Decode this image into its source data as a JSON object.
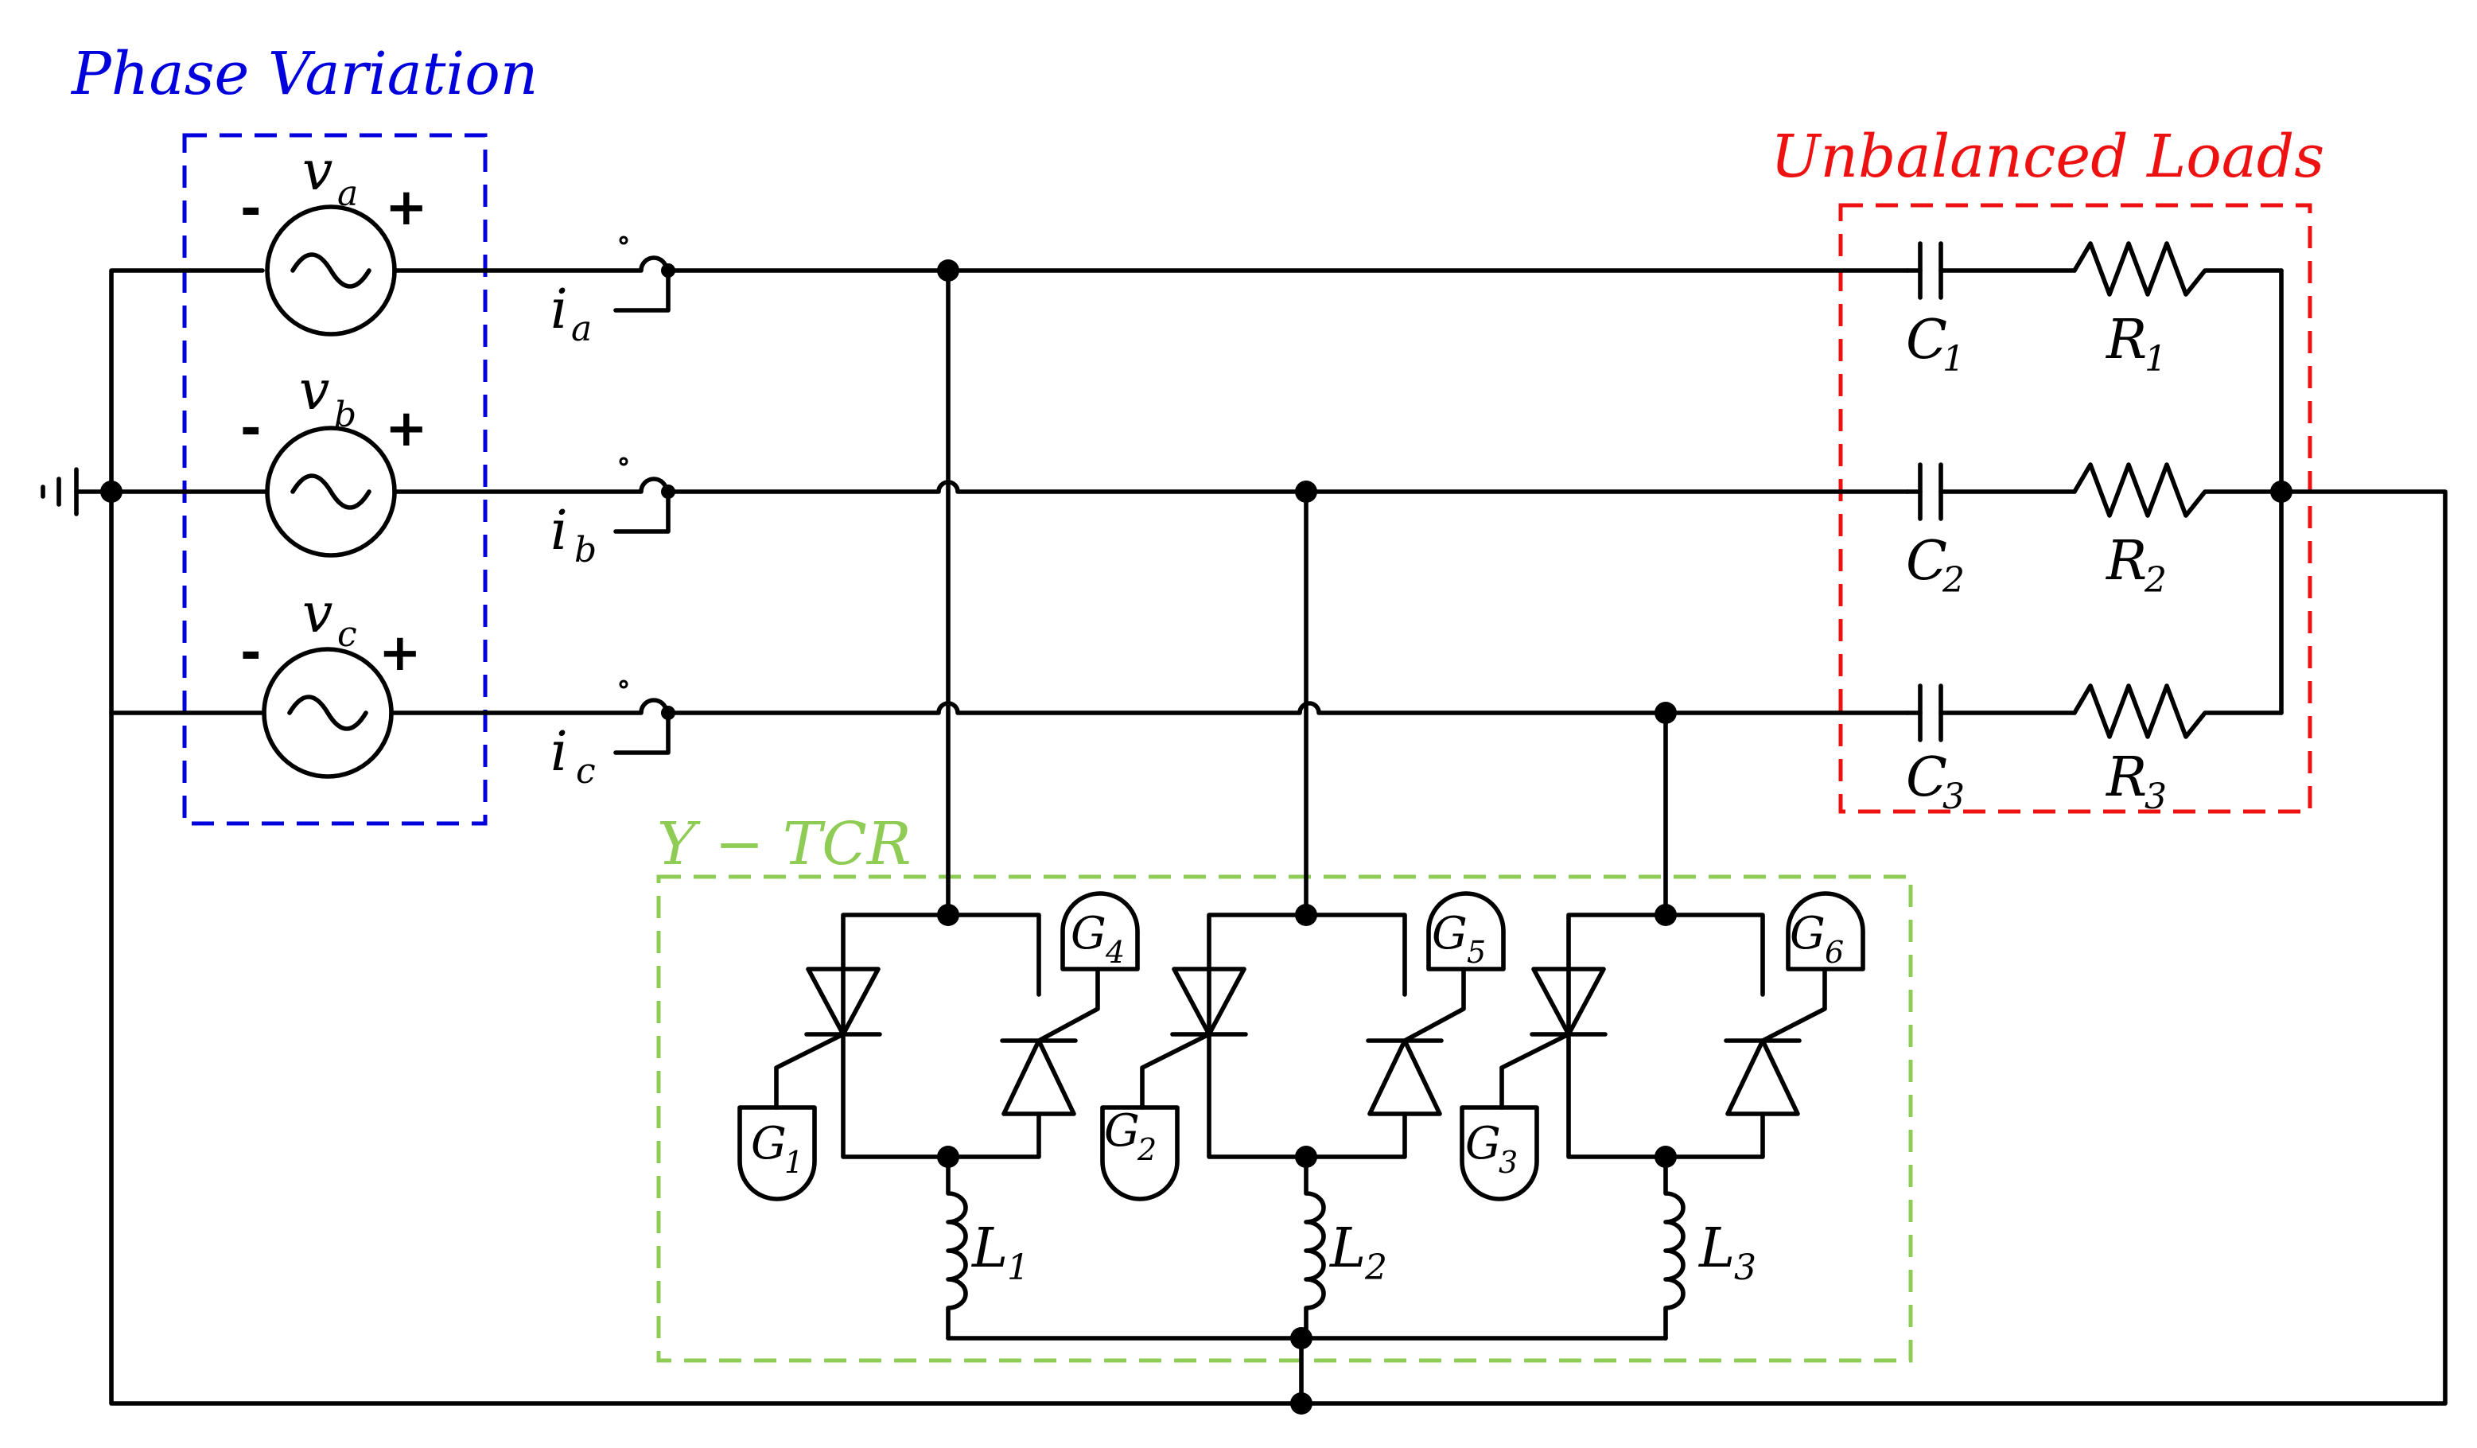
{
  "groups": {
    "phase_variation": {
      "title": "Phase Variation",
      "color": "#0000dd"
    },
    "unbalanced_loads": {
      "title": "Unbalanced Loads",
      "color": "#ee1111"
    },
    "y_tcr": {
      "title": "Y − TCR",
      "color": "#8fcc55"
    }
  },
  "sources": [
    {
      "sym": "v",
      "sub": "a",
      "minus": "-",
      "plus": "+"
    },
    {
      "sym": "v",
      "sub": "b",
      "minus": "-",
      "plus": "+"
    },
    {
      "sym": "v",
      "sub": "c",
      "minus": "-",
      "plus": "+"
    }
  ],
  "currents": [
    {
      "sym": "i",
      "sub": "a"
    },
    {
      "sym": "i",
      "sub": "b"
    },
    {
      "sym": "i",
      "sub": "c"
    }
  ],
  "capacitors": [
    {
      "sym": "C",
      "sub": "1"
    },
    {
      "sym": "C",
      "sub": "2"
    },
    {
      "sym": "C",
      "sub": "3"
    }
  ],
  "resistors": [
    {
      "sym": "R",
      "sub": "1"
    },
    {
      "sym": "R",
      "sub": "2"
    },
    {
      "sym": "R",
      "sub": "3"
    }
  ],
  "inductors": [
    {
      "sym": "L",
      "sub": "1"
    },
    {
      "sym": "L",
      "sub": "2"
    },
    {
      "sym": "L",
      "sub": "3"
    }
  ],
  "gates": [
    {
      "sym": "G",
      "sub": "1"
    },
    {
      "sym": "G",
      "sub": "2"
    },
    {
      "sym": "G",
      "sub": "3"
    },
    {
      "sym": "G",
      "sub": "4"
    },
    {
      "sym": "G",
      "sub": "5"
    },
    {
      "sym": "G",
      "sub": "6"
    }
  ]
}
